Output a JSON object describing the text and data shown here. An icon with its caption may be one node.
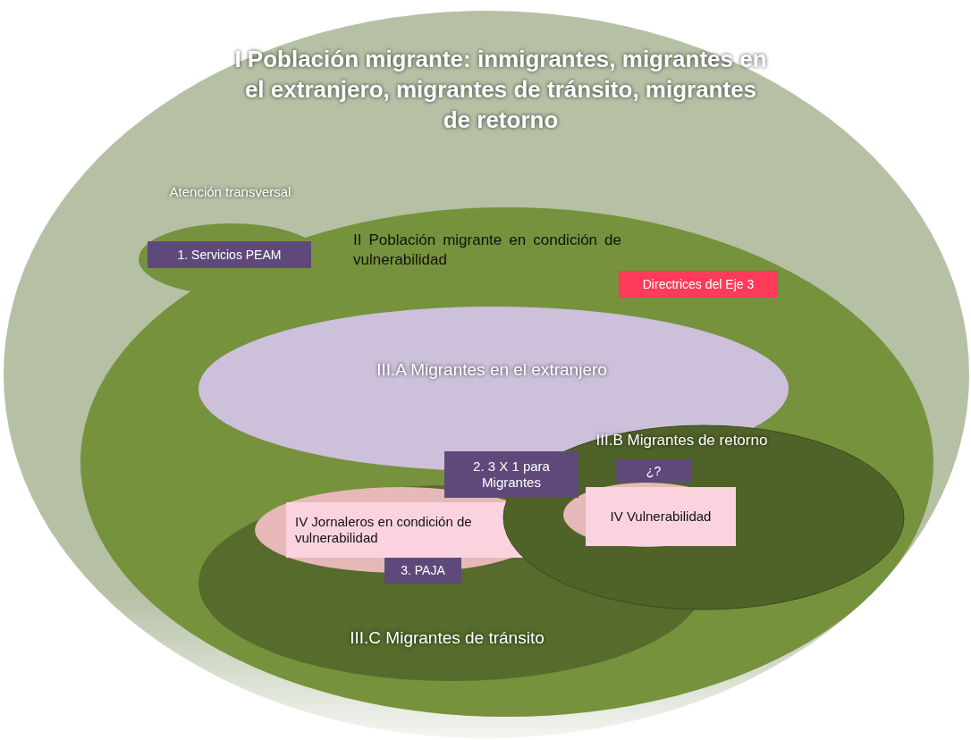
{
  "diagram": {
    "nodes": [
      {
        "text": [
          "I Población migrante: inmigrantes, migrantes en el extranjero, migrantes de tránsito, migrantes de retorno"
        ]
      },
      {
        "text": [
          "Atención transversal"
        ],
        "in": 0
      },
      {
        "text": [
          "1. Servicios PEAM"
        ],
        "in": 1
      },
      {
        "text": [
          "II Población migrante en condición de vulnerabilidad"
        ],
        "in": 0
      },
      {
        "text": [
          "Directrices del Eje 3"
        ],
        "in": 3
      },
      {
        "text": [
          "III.A Migrantes en el extranjero"
        ],
        "in": 3
      },
      {
        "text": [
          "III.B Migrantes de retorno"
        ],
        "in": 3
      },
      {
        "text": [
          "III.C Migrantes de tránsito"
        ],
        "in": 3
      },
      {
        "text": [
          "2. 3 X 1 para Migrantes"
        ],
        "in": 3
      },
      {
        "text": [],
        "shape": "ellipse",
        "in": 7
      },
      {
        "text": [
          "IV Jornaleros en condición de vulnerabilidad"
        ],
        "in": 9
      },
      {
        "text": [
          "3. PAJA"
        ],
        "in": 7
      },
      {
        "text": [
          "¿?"
        ],
        "in": 6
      },
      {
        "text": [],
        "shape": "ellipse",
        "in": 6
      },
      {
        "text": [
          "IV Vulnerabilidad"
        ],
        "in": 13
      }
    ]
  }
}
